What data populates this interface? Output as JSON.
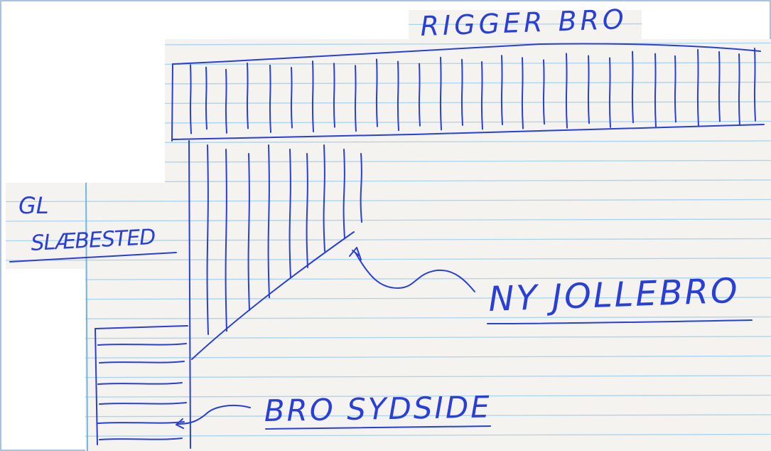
{
  "labels": {
    "rigger_bro": "RIGGER BRO",
    "gl": "GL",
    "slaebested": "SLÆBESTED",
    "ny_jollebro": "NY JOLLEBRO",
    "bro_sydside": "BRO SYDSIDE"
  },
  "colors": {
    "ink": "#2a3fd6",
    "paper": "#f4f3f0",
    "ruling": "#a9d3ee",
    "margin_line": "#6fb6e6",
    "frame": "#8aaed8"
  }
}
